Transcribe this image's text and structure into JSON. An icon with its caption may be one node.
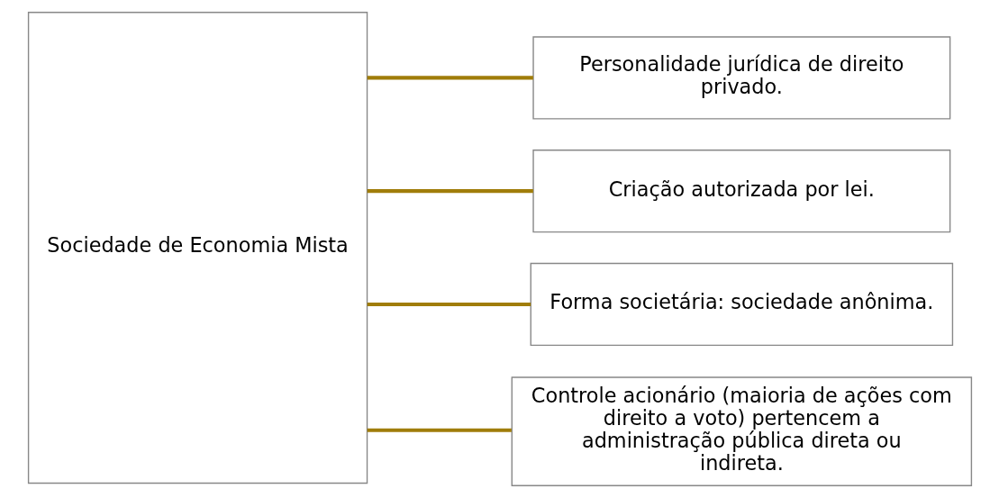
{
  "diagram": {
    "nodes": [
      {
        "text": [
          "Sociedade de Economia Mista"
        ]
      },
      {
        "text": [
          "Personalidade jurídica de direito privado."
        ]
      },
      {
        "text": [
          "Criação autorizada por lei."
        ]
      },
      {
        "text": [
          "Forma societária: sociedade anônima."
        ]
      },
      {
        "text": [
          "Controle acionário (maioria de ações com direito a voto) pertencem a administração pública direta ou indireta."
        ]
      }
    ],
    "edges": [
      {
        "from": 0,
        "to": 1,
        "arrow": "none",
        "color": "#a07d0a"
      },
      {
        "from": 0,
        "to": 2,
        "arrow": "none",
        "color": "#a07d0a"
      },
      {
        "from": 0,
        "to": 3,
        "arrow": "none",
        "color": "#a07d0a"
      },
      {
        "from": 0,
        "to": 4,
        "arrow": "none",
        "color": "#a07d0a"
      }
    ]
  }
}
